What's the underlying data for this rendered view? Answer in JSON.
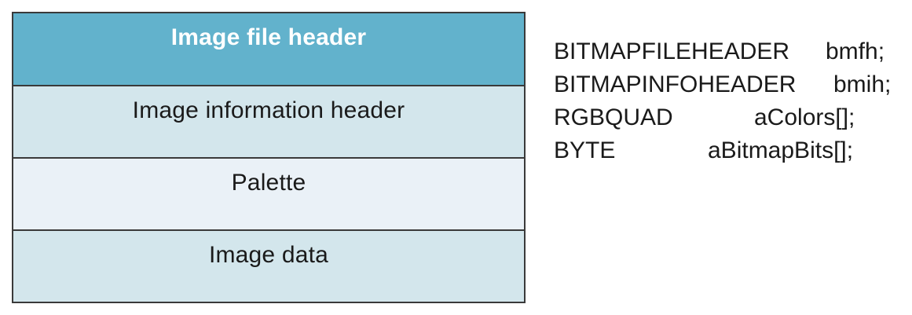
{
  "diagram": {
    "rows": [
      {
        "label": "Image file header"
      },
      {
        "label": "Image information header"
      },
      {
        "label": "Palette"
      },
      {
        "label": "Image data"
      }
    ]
  },
  "struct": {
    "lines": [
      {
        "type": "BITMAPFILEHEADER",
        "name": "bmfh;"
      },
      {
        "type": "BITMAPINFOHEADER",
        "name": "bmih;"
      },
      {
        "type": "RGBQUAD",
        "name": "aColors[];"
      },
      {
        "type": "BYTE",
        "name": "aBitmapBits[];"
      }
    ]
  },
  "colors": {
    "header_fill": "#62b2cc",
    "section_fill": "#d3e6ec",
    "palette_fill": "#eaf1f7",
    "border": "#3a3a3a"
  }
}
